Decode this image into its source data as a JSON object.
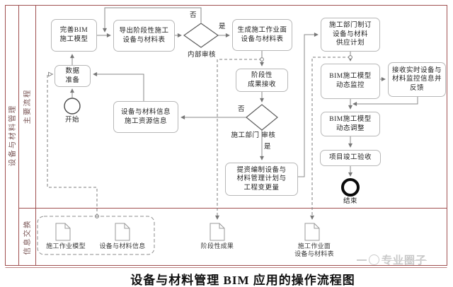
{
  "title": "设备与材料管理 BIM 应用的操作流程图",
  "watermark": "专业圈子",
  "lanes": {
    "category": "设备与材料管理",
    "row_main": "主要流程",
    "row_info": "信息交换"
  },
  "nodes": {
    "perfect_model": "完善BIM\n施工模型",
    "export_table": "导出阶段性施工\n设备与材料表",
    "generate_table": "生成施工作业面\n设备与材料表",
    "supply_plan": "施工部门制订\n设备与材料\n供应计划",
    "receive_feedback": "接收实时设备与\n材料监控信息并\n反馈",
    "data_prep": "数据\n准备",
    "info_source": "设备与材料信息\n施工资源信息",
    "accept_results": "阶段性\n成果接收",
    "submit_plan": "提资编制设备与\n材料管理计划与\n工程变更量",
    "dynamic_monitor": "BIM施工模型\n动态监控",
    "dynamic_adjust": "BIM施工模型\n动态调整",
    "completion_check": "项目竣工验收"
  },
  "decisions": {
    "internal_review": "内部审核",
    "dept_review": "施工部门 审核"
  },
  "branches": {
    "internal_no": "否",
    "internal_yes": "是",
    "dept_no": "否",
    "dept_yes": "是"
  },
  "terminals": {
    "start": "开始",
    "end": "结束"
  },
  "documents": {
    "work_model": "施工作业模型",
    "equip_info": "设备与材料信息",
    "phase_results": "阶段性成果",
    "workface_table": "施工作业面\n设备与材料表"
  },
  "colors": {
    "table_border": "#a05050",
    "node_border": "#b8b8b8",
    "connector": "#8a8a8a",
    "lane_text": "#7a5656",
    "watermark": "#c8c8c8"
  }
}
